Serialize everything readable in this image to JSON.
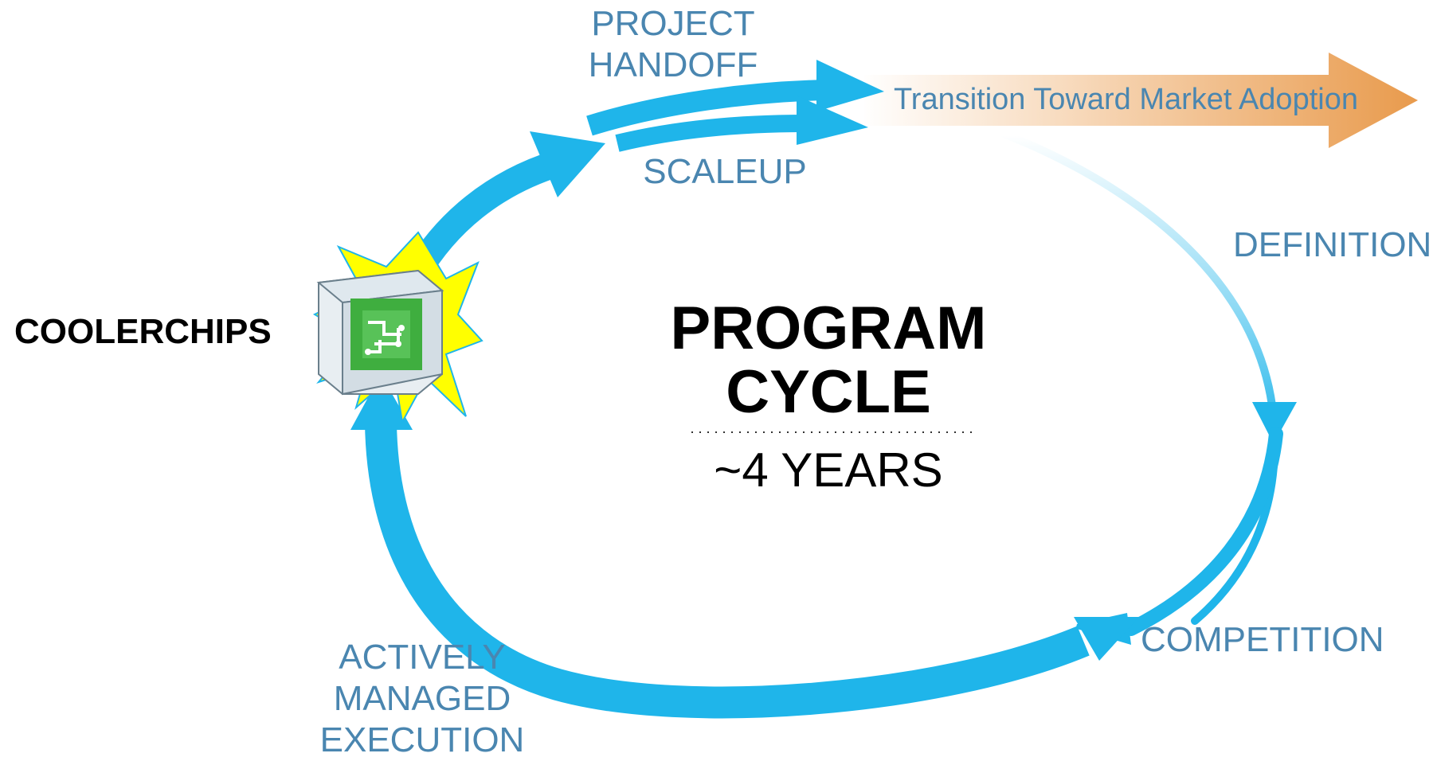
{
  "diagram": {
    "center": {
      "title_line1": "PROGRAM",
      "title_line2": "CYCLE",
      "duration": "~4 YEARS"
    },
    "brand": "COOLERCHIPS",
    "phases": {
      "project_handoff_line1": "PROJECT",
      "project_handoff_line2": "HANDOFF",
      "scaleup": "SCALEUP",
      "definition": "DEFINITION",
      "competition": "COMPETITION",
      "execution_line1": "ACTIVELY",
      "execution_line2": "MANAGED",
      "execution_line3": "EXECUTION"
    },
    "market_arrow": "Transition Toward Market Adoption",
    "colors": {
      "cycle_arrow": "#1fb5ea",
      "label_text": "#4a86b0",
      "market_arrow": "#e8994a",
      "burst": "#ffff00",
      "chip": "#3fae3f"
    },
    "icons": [
      "starburst-icon",
      "chip-cube-icon"
    ]
  }
}
